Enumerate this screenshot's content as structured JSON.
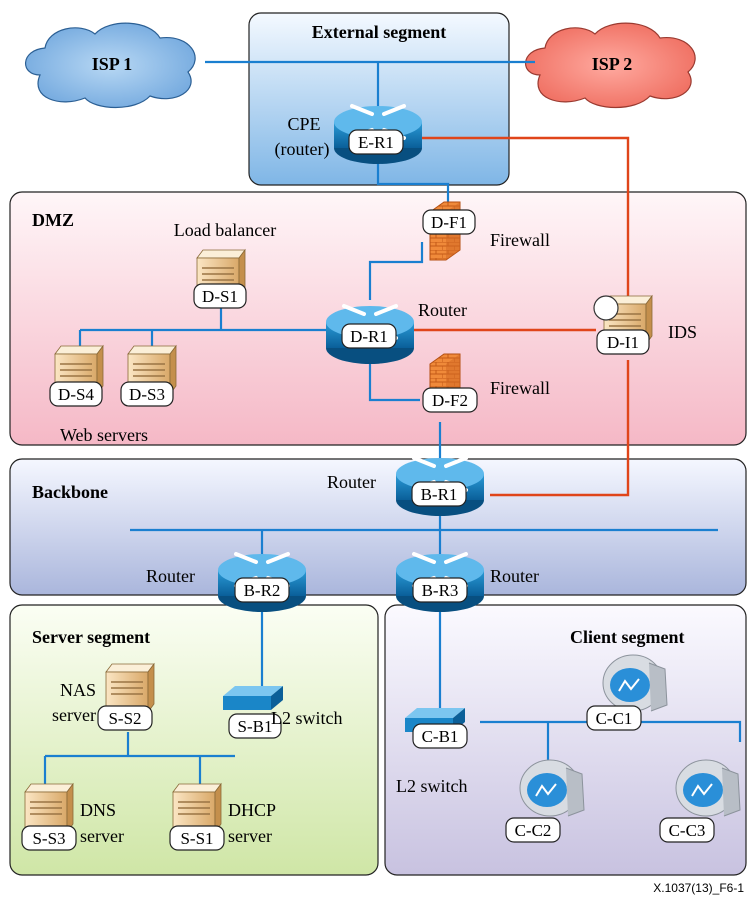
{
  "segments": {
    "external": "External segment",
    "dmz": "DMZ",
    "backbone": "Backbone",
    "server": "Server segment",
    "client": "Client segment"
  },
  "isp1": "ISP 1",
  "isp2": "ISP 2",
  "labels": {
    "cpe": "CPE",
    "cpe_sub": "(router)",
    "load_balancer": "Load balancer",
    "firewall_1": "Firewall",
    "firewall_2": "Firewall",
    "router_dmz": "Router",
    "router_b1": "Router",
    "router_b2": "Router",
    "router_b3": "Router",
    "ids": "IDS",
    "web_servers": "Web servers",
    "nas_1": "NAS",
    "nas_2": "server",
    "l2_switch_server": "L2 switch",
    "l2_switch_client": "L2 switch",
    "dns_1": "DNS",
    "dns_2": "server",
    "dhcp_1": "DHCP",
    "dhcp_2": "server"
  },
  "tags": {
    "er1": "E-R1",
    "df1": "D-F1",
    "ds1": "D-S1",
    "dr1": "D-R1",
    "di1": "D-I1",
    "ds4": "D-S4",
    "ds3": "D-S3",
    "df2": "D-F2",
    "br1": "B-R1",
    "br2": "B-R2",
    "br3": "B-R3",
    "ss2": "S-S2",
    "sb1": "S-B1",
    "ss3": "S-S3",
    "ss1": "S-S1",
    "cc1": "C-C1",
    "cb1": "C-B1",
    "cc2": "C-C2",
    "cc3": "C-C3"
  },
  "footer": "X.1037(13)_F6-1",
  "colors": {
    "link": "#1a7fd0",
    "monitor_link": "#e0451a",
    "router_body": "#0a7ab8"
  }
}
